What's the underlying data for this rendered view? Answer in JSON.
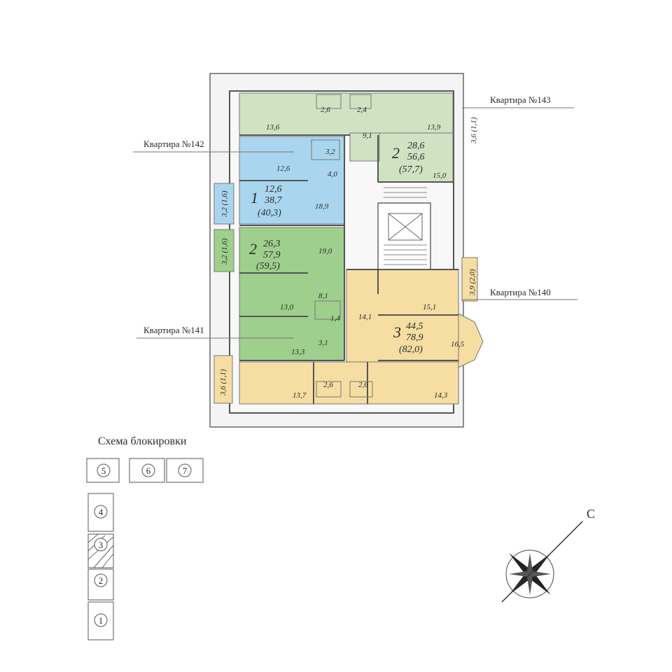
{
  "apartments": {
    "a143": {
      "label": "Квартира №143",
      "rooms": "2",
      "living": "28,6",
      "total": "56,6",
      "total_balcony": "(57,7)",
      "areas": [
        "2,6",
        "2,4",
        "13,6",
        "13,9",
        "9,1",
        "15,0"
      ],
      "balcony": "3,6 (1,1)",
      "color": "#cfe3c3"
    },
    "a142": {
      "label": "Квартира №142",
      "rooms": "1",
      "living": "12,6",
      "total": "38,7",
      "total_balcony": "(40,3)",
      "areas": [
        "3,2",
        "12,6",
        "4,0",
        "18,9"
      ],
      "balcony": "3,2 (1,6)",
      "color": "#a9d6ee"
    },
    "a141": {
      "label": "Квартира №141",
      "rooms": "2",
      "living": "26,3",
      "total": "57,9",
      "total_balcony": "(59,5)",
      "areas": [
        "19,0",
        "8,1",
        "13,0",
        "1,4",
        "3,1",
        "13,3"
      ],
      "balcony": "3,2 (1,6)",
      "color": "#9fcf8c"
    },
    "a140": {
      "label": "Квартира №140",
      "rooms": "3",
      "living": "44,5",
      "total": "78,9",
      "total_balcony": "(82,0)",
      "areas": [
        "14,1",
        "15,1",
        "16,5",
        "2,6",
        "2,6",
        "13,7",
        "14,3"
      ],
      "balcony_top": "3,9 (2,0)",
      "balcony_bottom": "3,6 (1,1)",
      "color": "#f6dea2"
    }
  },
  "scheme": {
    "title": "Схема блокировки",
    "blocks": [
      "1",
      "2",
      "3",
      "4",
      "5",
      "6",
      "7"
    ]
  },
  "compass": {
    "north": "С"
  }
}
